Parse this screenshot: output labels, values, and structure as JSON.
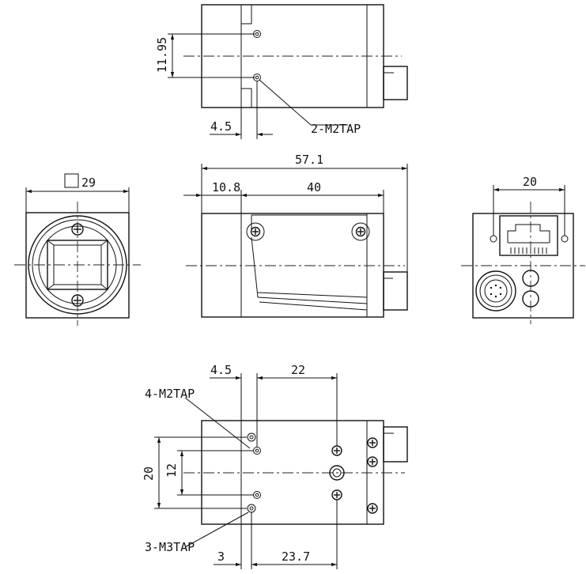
{
  "top_view": {
    "dim_vertical": "11.95",
    "dim_offset": "4.5",
    "callout": "2-M2TAP"
  },
  "front_view": {
    "dim_width": "29"
  },
  "side_view": {
    "dim_total": "57.1",
    "dim_front": "10.8",
    "dim_body": "40"
  },
  "rear_view": {
    "dim_width": "20"
  },
  "bottom_view": {
    "dim_left_offset": "4.5",
    "dim_hole_spacing": "22",
    "dim_vertical_outer": "20",
    "dim_vertical_inner": "12",
    "callout_m2": "4-M2TAP",
    "callout_m3": "3-M3TAP",
    "dim_bottom_left": "3",
    "dim_bottom_right": "23.7"
  }
}
